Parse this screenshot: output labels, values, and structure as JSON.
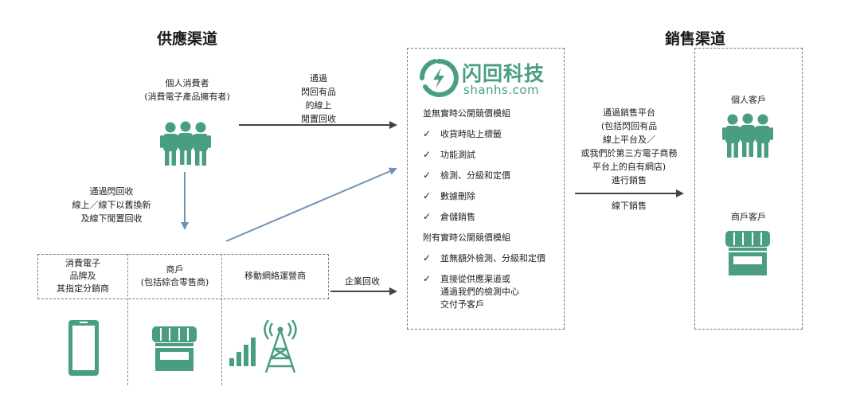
{
  "colors": {
    "green": "#4a9e80",
    "blue_arrow": "#6f92b8",
    "dark_arrow": "#444444",
    "dash": "#777777"
  },
  "headers": {
    "supply": "供應渠道",
    "sales": "銷售渠道"
  },
  "individual_consumer": {
    "line1": "個人消費者",
    "line2": "(消費電子產品擁有者)"
  },
  "arrow_labels": {
    "consumer_to_platform": [
      "通過",
      "閃回有品",
      "的線上",
      "閒置回收"
    ],
    "consumer_down": [
      "通過閃回收",
      "線上／線下以舊換新",
      "及線下閒置回收"
    ],
    "enterprise": "企業回收",
    "to_sales": [
      "通過銷售平台",
      "(包括閃回有品",
      "線上平台及／",
      "或我們於第三方電子商務",
      "平台上的自有網店)",
      "進行銷售"
    ],
    "offline_sales": "線下銷售"
  },
  "suppliers": {
    "brands": [
      "消費電子",
      "品牌及",
      "其指定分銷商"
    ],
    "merchants": [
      "商戶",
      "(包括綜合零售商)"
    ],
    "carriers": "移動網絡運營商"
  },
  "platform": {
    "brand_cn": "闪回科技",
    "brand_en": "shanhs.com",
    "group1_title": "並無實時公開競價模組",
    "group1_items": [
      "收貨時貼上標籤",
      "功能測試",
      "檢測、分級和定價",
      "數據刪除",
      "倉儲銷售"
    ],
    "group2_title": "附有實時公開競價模組",
    "group2_items": [
      "並無額外檢測、分級和定價",
      "直接從供應渠道或\n通過我們的檢測中心\n交付予客戶"
    ],
    "check": "✓"
  },
  "customers": {
    "individual": "個人客戶",
    "merchant": "商戶客戶"
  },
  "icons": [
    "people-icon",
    "phone-icon",
    "store-icon",
    "signal-tower-icon",
    "logo-icon"
  ]
}
